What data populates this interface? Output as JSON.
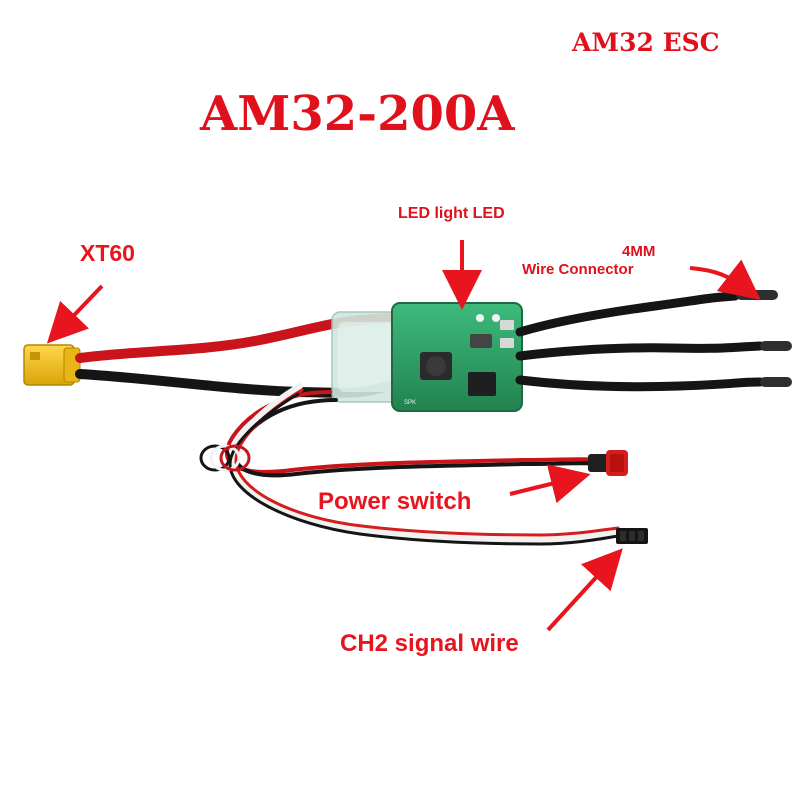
{
  "labels": {
    "brand": "AM32 ESC",
    "title": "AM32-200A",
    "xt60": "XT60",
    "led": "LED light  LED",
    "connector_top": "4MM",
    "connector_bottom": "Wire Connector",
    "power_switch": "Power switch",
    "ch2_signal": "CH2 signal wire"
  },
  "colors": {
    "label_red": "#e8141e",
    "wire_red": "#c8141a",
    "wire_black": "#151515",
    "pcb_green": "#2fa36a",
    "xt60_yellow": "#f2c21a"
  }
}
